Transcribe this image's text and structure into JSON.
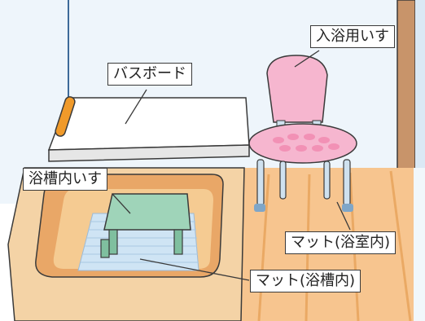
{
  "labels": {
    "bath_board": "バスボード",
    "bath_chair": "入浴用いす",
    "tub_chair": "浴槽内いす",
    "mat_bathroom": "マット(浴室内)",
    "mat_tub": "マット(浴槽内)"
  },
  "colors": {
    "wall": "#eef5fb",
    "wall_edge": "#3d6a99",
    "floor": "#f7c58f",
    "tub_rim": "#f4d3a6",
    "tub_inner": "#e9a767",
    "tub_water": "#f5cb92",
    "tub_mat": "#cfe4f4",
    "tub_chair": "#9fd4b9",
    "bath_board": "#ffffff",
    "board_handle": "#f09a2a",
    "chair_seat": "#f6b6cf",
    "chair_legs": "#cfe1ef",
    "outline": "#3a3a3a"
  }
}
